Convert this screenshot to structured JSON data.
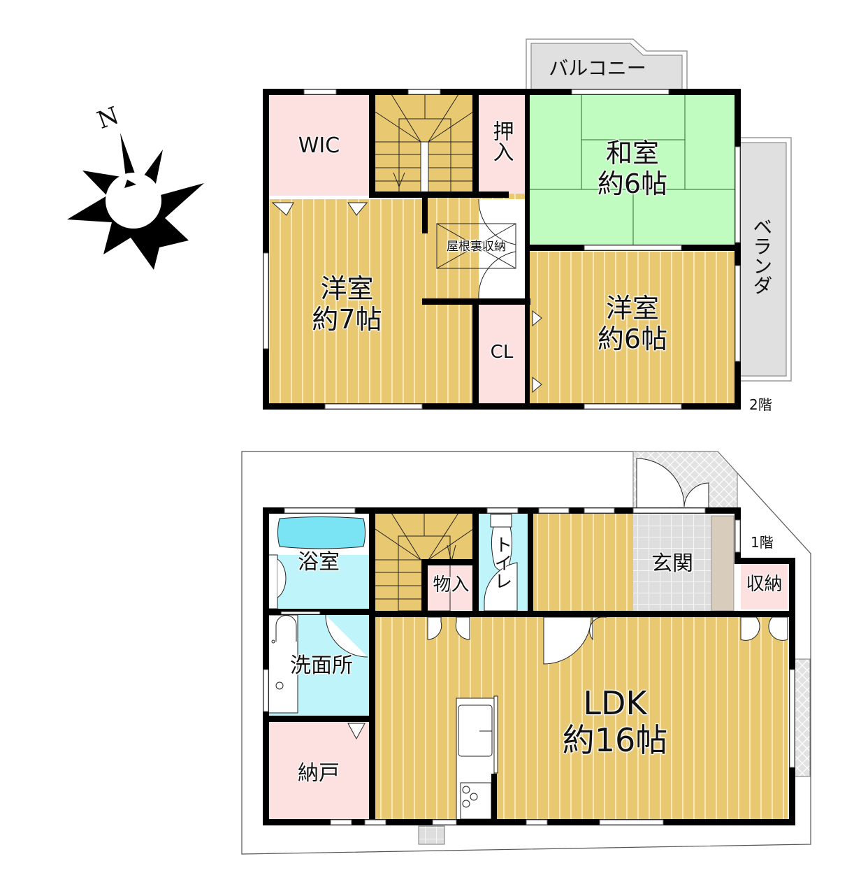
{
  "compass": {
    "label": "N",
    "icon": "compass-rose-icon"
  },
  "colors": {
    "wood_floor": "#e8c870",
    "wet_area": "#bff4fa",
    "storage": "#fde0e0",
    "tatami": "#c0fcc0",
    "exterior": "#e0e0e0",
    "genkan_tile": "#dedede",
    "step": "#d8ccbc",
    "wall": "#000000"
  },
  "floor2": {
    "floor_label": "2階",
    "rooms": {
      "wic": "WIC",
      "oshiire": "押入",
      "washitsu_name": "和室",
      "washitsu_size": "約6帖",
      "yoshitsu7_name": "洋室",
      "yoshitsu7_size": "約7帖",
      "yoshitsu6_name": "洋室",
      "yoshitsu6_size": "約6帖",
      "attic_storage": "屋根裏収納",
      "closet": "CL",
      "balcony": "バルコニー",
      "veranda": "ベランダ"
    }
  },
  "floor1": {
    "floor_label": "1階",
    "rooms": {
      "bathroom": "浴室",
      "storage_monoire": "物入",
      "toilet": "トイレ",
      "entrance": "玄関",
      "storage_shuno": "収納",
      "washroom": "洗面所",
      "ldk_name": "LDK",
      "ldk_size": "約16帖",
      "nando": "納戸"
    }
  }
}
